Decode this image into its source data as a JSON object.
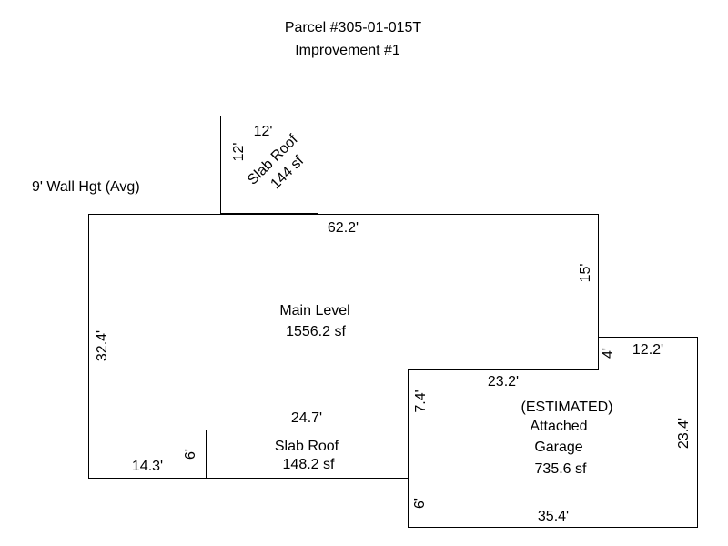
{
  "header": {
    "parcel": "Parcel #305-01-015T",
    "improvement": "Improvement #1"
  },
  "wall_height_note": "9' Wall Hgt (Avg)",
  "areas": {
    "slab_roof_top": {
      "name": "Slab Roof",
      "area": "144 sf",
      "width_dim": "12'",
      "height_dim": "12'"
    },
    "main_level": {
      "name": "Main Level",
      "area": "1556.2 sf",
      "top_dim": "62.2'",
      "left_dim": "32.4'",
      "right_dim": "15'",
      "bottom_left_dim": "14.3'",
      "step_dim": "4'"
    },
    "slab_roof_bottom": {
      "name": "Slab Roof",
      "area": "148.2 sf",
      "width_dim": "24.7'",
      "height_dim": "6'"
    },
    "garage": {
      "estimated": "(ESTIMATED)",
      "name_line1": "Attached",
      "name_line2": "Garage",
      "area": "735.6 sf",
      "top_left_dim": "23.2'",
      "top_right_dim": "12.2'",
      "left_dim": "7.4'",
      "right_dim": "23.4'",
      "bottom_dim": "35.4'",
      "bottom_left_dim": "6'"
    }
  }
}
